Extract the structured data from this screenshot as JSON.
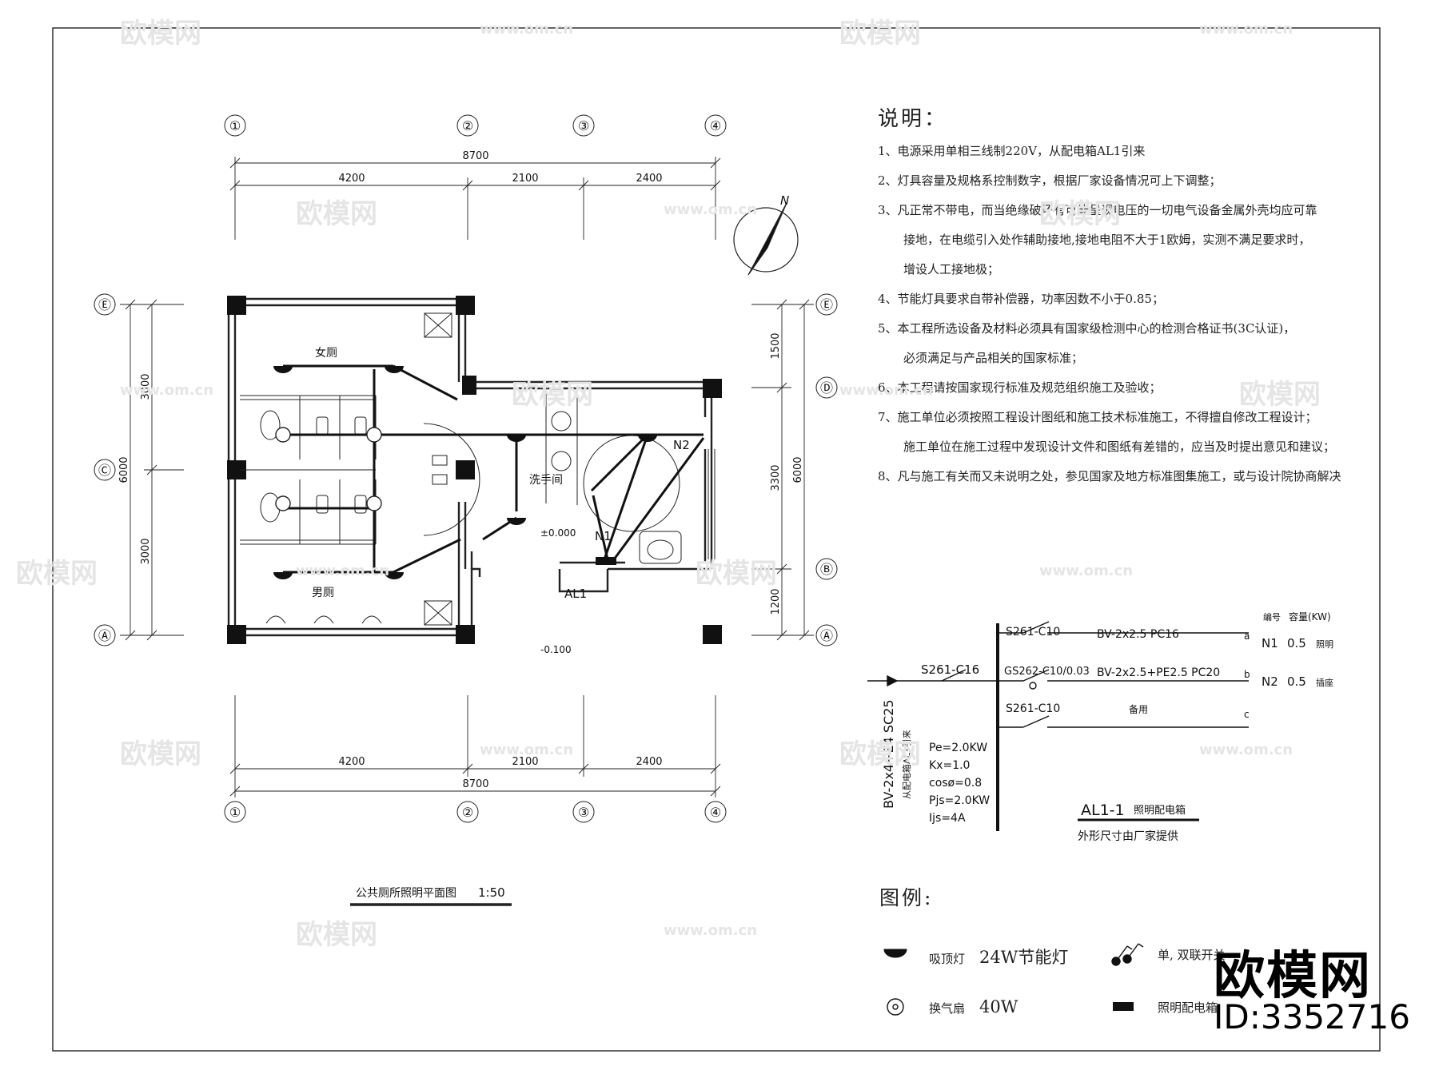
{
  "plan": {
    "title": "公共厕所照明平面图",
    "scale": "1:50",
    "axes_columns": [
      "①",
      "②",
      "③",
      "④"
    ],
    "axes_rows": [
      "Ⓔ",
      "Ⓓ",
      "Ⓒ",
      "Ⓑ",
      "Ⓐ"
    ],
    "dims_top_total": "8700",
    "dims_top": [
      "4200",
      "2100",
      "2400"
    ],
    "dims_bottom": [
      "4200",
      "2100",
      "2400"
    ],
    "dims_bottom_total": "8700",
    "dims_left": [
      "3000",
      "3000"
    ],
    "dims_left_total": "6000",
    "dims_right": [
      "1500",
      "3300",
      "1200"
    ],
    "dims_right_total": "6000",
    "rooms": {
      "female": "女厕",
      "male": "男厕",
      "wash": "洗手间"
    },
    "elevation_floor": "±0.000",
    "elevation_out": "-0.100",
    "labels": {
      "n1": "N1",
      "n2": "N2",
      "panel": "AL1",
      "north": "N"
    }
  },
  "notes": {
    "title": "说明：",
    "items": [
      "1、电源采用单相三线制220V，从配电箱AL1引来",
      "2、灯具容量及规格系控制数字，根据厂家设备情况可上下调整；",
      "3、凡正常不带电，而当绝缘破坏有可能呈现电压的一切电气设备金属外壳均应可靠",
      "接地，在电缆引入处作辅助接地,接地电阻不大于1欧姆，实测不满足要求时，",
      "增设人工接地极；",
      "4、节能灯具要求自带补偿器，功率因数不小于0.85；",
      "5、本工程所选设备及材料必须具有国家级检测中心的检测合格证书(3C认证)，",
      "必须满足与产品相关的国家标准；",
      "6、本工程请按国家现行标准及规范组织施工及验收；",
      "7、施工单位必须按照工程设计图纸和施工技术标准施工，不得擅自修改工程设计；",
      "施工单位在施工过程中发现设计文件和图纸有差错的，应当及时提出意见和建议；",
      "8、凡与施工有关而又未说明之处，参见国家及地方标准图集施工，或与设计院协商解决"
    ]
  },
  "panel_diagram": {
    "main_breaker": "S261-C16",
    "incoming_cable": "BV-2x4+E4 SC25",
    "incoming_note": "从配电箱AL1引来",
    "calc": [
      "Pe=2.0KW",
      "Kx=1.0",
      "cosø=0.8",
      "Pjs=2.0KW",
      "Ijs=4A"
    ],
    "header_no": "编号",
    "header_cap": "容量(KW)",
    "circuits": [
      {
        "breaker": "S261-C10",
        "cable": "BV-2x2.5 PC16",
        "phase": "a",
        "no": "N1",
        "kw": "0.5",
        "use": "照明"
      },
      {
        "breaker": "GS262-C10/0.03",
        "cable": "BV-2x2.5+PE2.5 PC20",
        "phase": "b",
        "no": "N2",
        "kw": "0.5",
        "use": "插座"
      },
      {
        "breaker": "S261-C10",
        "cable": "备用",
        "phase": "c",
        "no": "",
        "kw": "",
        "use": ""
      }
    ],
    "panel_title": "AL1-1",
    "panel_subtitle": "照明配电箱",
    "panel_note": "外形尺寸由厂家提供"
  },
  "legend": {
    "title": "图例:",
    "items": [
      {
        "icon": "ceiling-lamp-icon",
        "label": "吸顶灯",
        "value": "24W节能灯"
      },
      {
        "icon": "exhaust-fan-icon",
        "label": "换气扇",
        "value": "40W"
      },
      {
        "icon": "switch-icon",
        "label": "单, 双联开关",
        "value": ""
      },
      {
        "icon": "distribution-box-icon",
        "label": "照明配电箱",
        "value": ""
      }
    ]
  },
  "watermark": {
    "brand": "欧模网",
    "url": "www.om.cn",
    "id": "ID:3352716"
  }
}
